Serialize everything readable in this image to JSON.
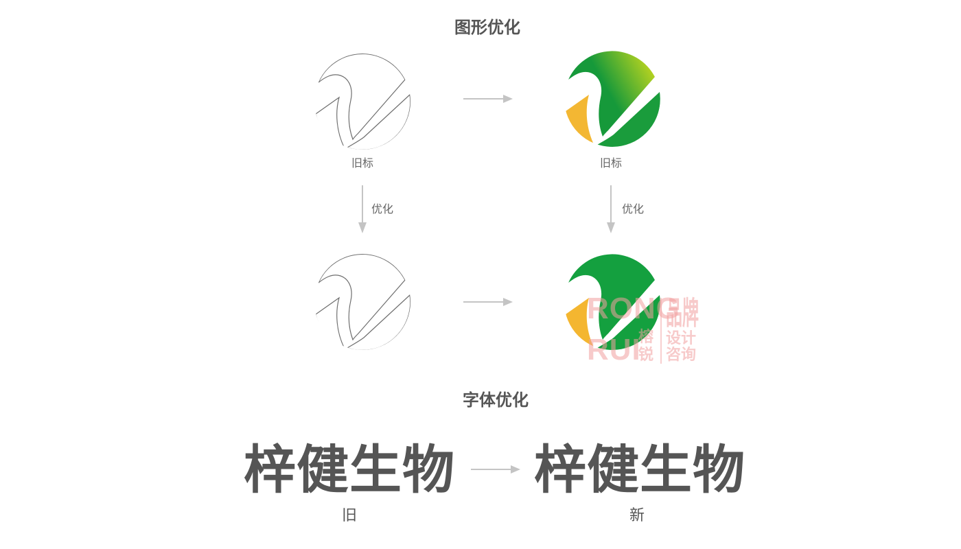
{
  "graphic_section": {
    "title": "图形优化",
    "top_left_label": "旧标",
    "top_right_label": "旧标",
    "left_step_label": "优化",
    "right_step_label": "优化"
  },
  "font_section": {
    "title": "字体优化",
    "old_wordmark": "梓健生物",
    "new_wordmark": "梓健生物",
    "old_label": "旧",
    "new_label": "新"
  },
  "watermark": {
    "latin_top": "RONG",
    "latin_bottom": "RUI",
    "name_char_1": "榕",
    "name_char_2": "锐",
    "line_1": "品牌",
    "line_2": "设计",
    "line_3": "咨询"
  },
  "icons": {
    "right_arrow": "right-arrow-icon",
    "down_arrow": "down-arrow-icon"
  },
  "colors": {
    "green": "#14a03f",
    "green-light": "#c4d71e",
    "yellow": "#f4b630",
    "text": "#555555",
    "label": "#666666",
    "arrow": "#c4c4c4",
    "watermark": "#f2a0a0"
  }
}
